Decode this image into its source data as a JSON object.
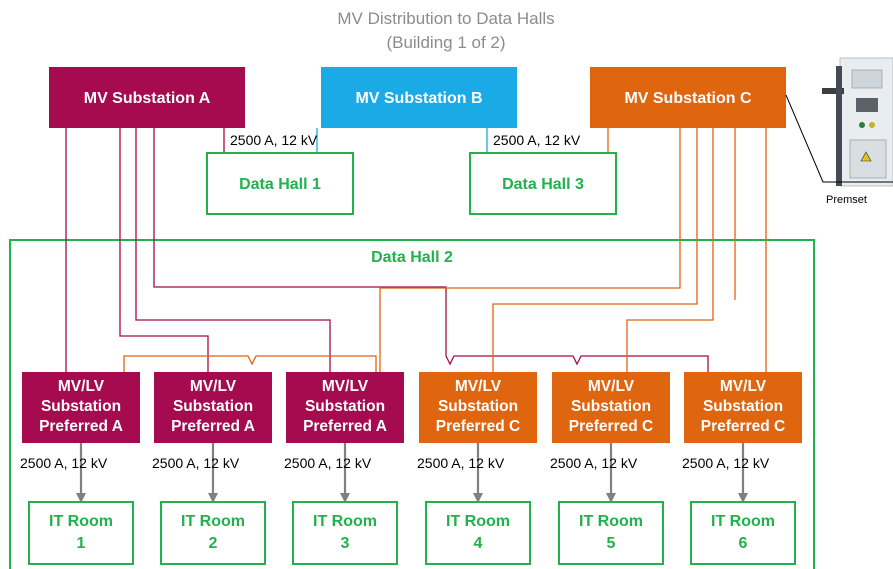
{
  "title": {
    "line1": "MV Distribution to Data Halls",
    "line2": "(Building 1 of 2)"
  },
  "colors": {
    "substation_a": "#a50b4e",
    "substation_b": "#1aabe6",
    "substation_c": "#e0650f",
    "hall_green": "#22b14c",
    "arrow_gray": "#808080",
    "title_gray": "#8c8c8c"
  },
  "substations": {
    "a": "MV Substation A",
    "b": "MV Substation B",
    "c": "MV Substation C"
  },
  "feeds": {
    "hall1": "2500 A, 12 kV",
    "hall3": "2500 A, 12 kV"
  },
  "halls": {
    "hall1": "Data Hall 1",
    "hall2": "Data Hall 2",
    "hall3": "Data Hall 3"
  },
  "premset": {
    "caption": "Premset",
    "icon": "switchgear-cabinet-icon"
  },
  "mvlv": [
    {
      "l1": "MV/LV",
      "l2": "Substation",
      "l3": "Preferred  A",
      "color": "#a50b4e",
      "rating": "2500 A, 12 kV"
    },
    {
      "l1": "MV/LV",
      "l2": "Substation",
      "l3": "Preferred A",
      "color": "#a50b4e",
      "rating": "2500 A, 12 kV"
    },
    {
      "l1": "MV/LV",
      "l2": "Substation",
      "l3": "Preferred A",
      "color": "#a50b4e",
      "rating": "2500 A, 12 kV"
    },
    {
      "l1": "MV/LV",
      "l2": "Substation",
      "l3": "Preferred C",
      "color": "#e0650f",
      "rating": "2500 A, 12 kV"
    },
    {
      "l1": "MV/LV",
      "l2": "Substation",
      "l3": "Preferred C",
      "color": "#e0650f",
      "rating": "2500 A, 12 kV"
    },
    {
      "l1": "MV/LV",
      "l2": "Substation",
      "l3": "Preferred C",
      "color": "#e0650f",
      "rating": "2500 A, 12 kV"
    }
  ],
  "it_rooms": [
    {
      "l1": "IT Room",
      "l2": "1"
    },
    {
      "l1": "IT Room",
      "l2": "2"
    },
    {
      "l1": "IT Room",
      "l2": "3"
    },
    {
      "l1": "IT Room",
      "l2": "4"
    },
    {
      "l1": "IT Room",
      "l2": "5"
    },
    {
      "l1": "IT Room",
      "l2": "6"
    }
  ]
}
